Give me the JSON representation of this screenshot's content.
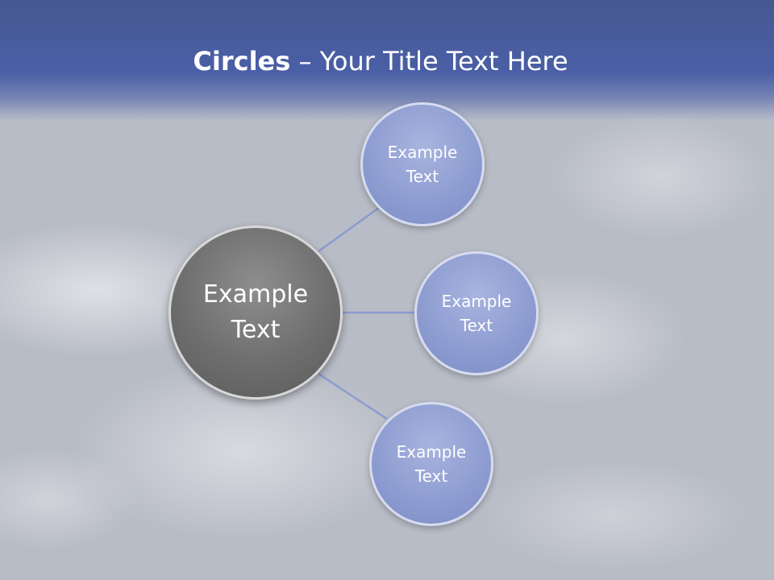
{
  "title": {
    "bold": "Circles",
    "rest": " – Your Title Text Here"
  },
  "diagram": {
    "center": {
      "label": "Example Text"
    },
    "satellites": [
      {
        "label": "Example Text"
      },
      {
        "label": "Example Text"
      },
      {
        "label": "Example Text"
      }
    ]
  },
  "colors": {
    "header": "#4a5fa6",
    "center_circle": "#6e6e6e",
    "satellite_circle": "#8c9bd0",
    "connector": "#8c9bd0"
  }
}
